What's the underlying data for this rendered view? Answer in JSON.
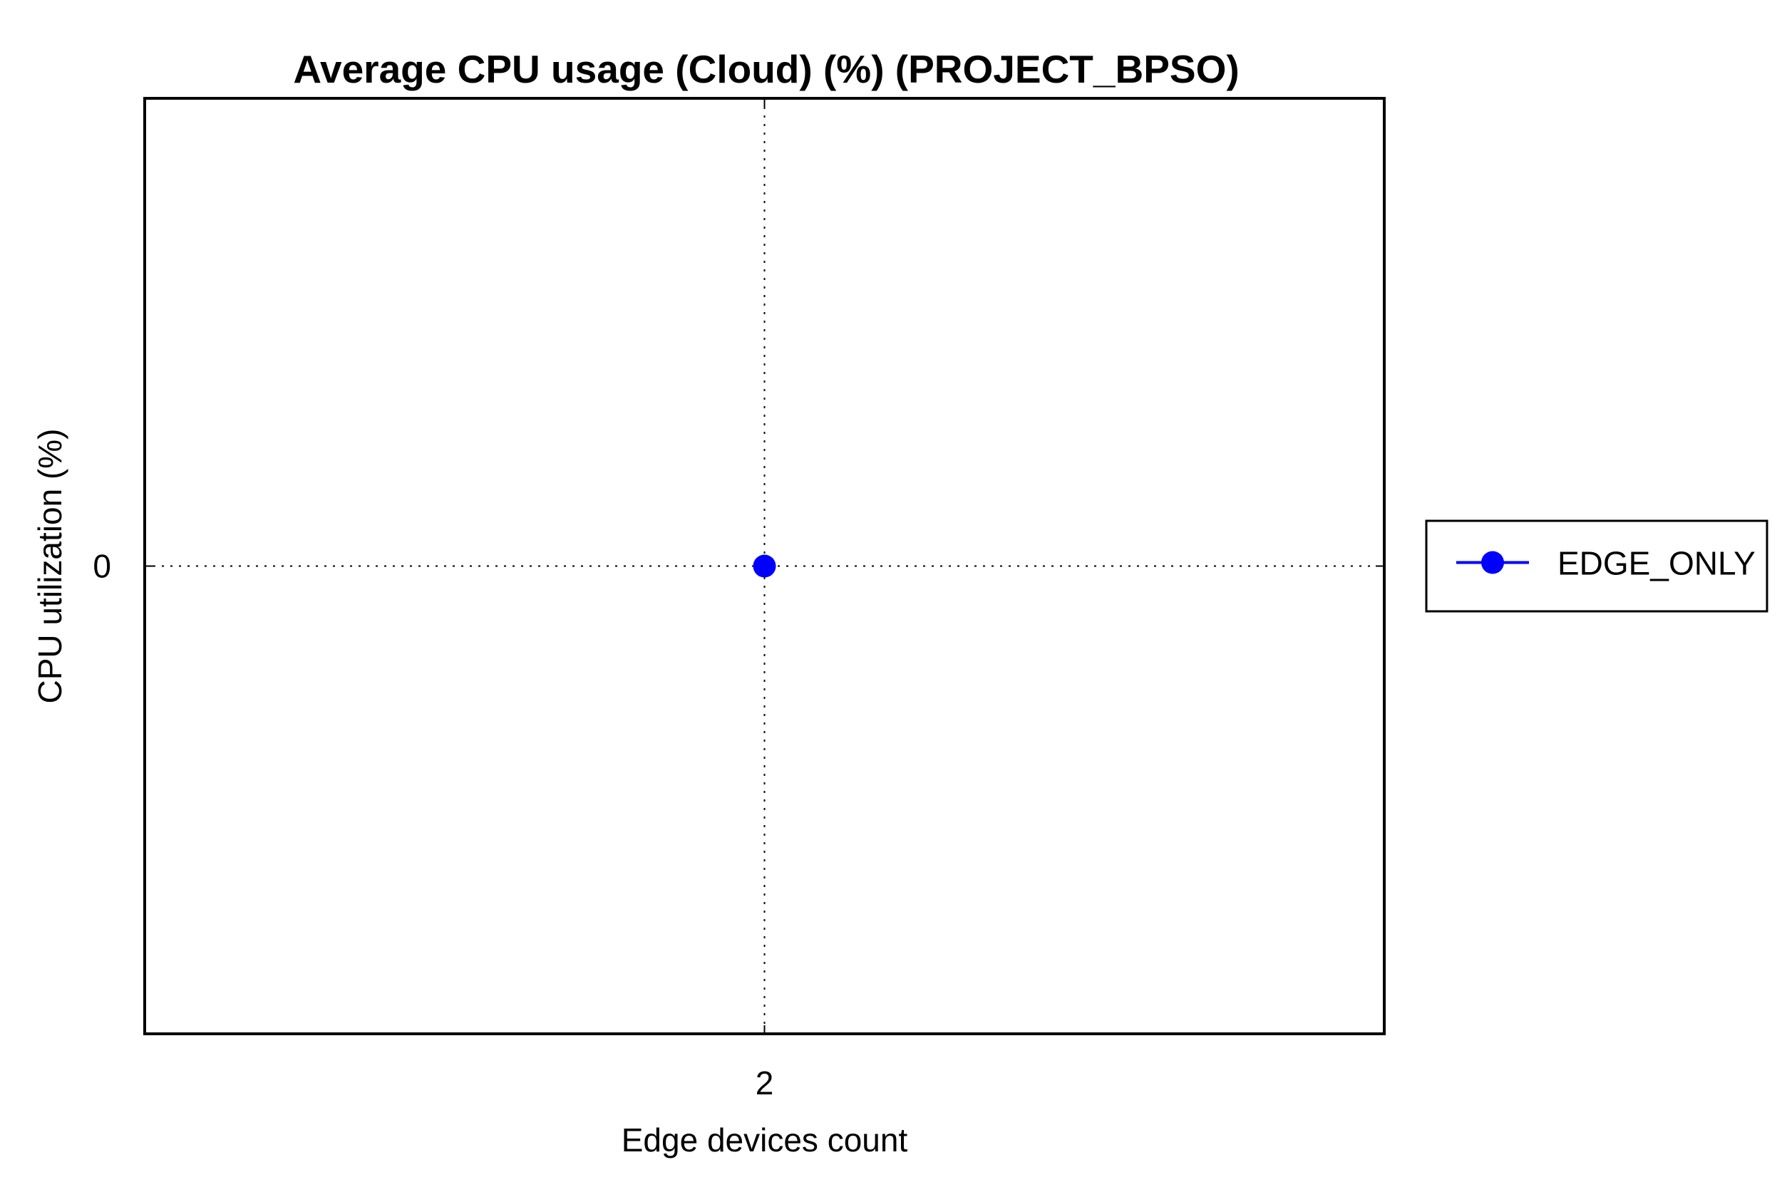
{
  "chart_data": {
    "type": "line",
    "title": "Average CPU usage (Cloud) (%) (PROJECT_BPSO)",
    "xlabel": "Edge devices count",
    "ylabel": "CPU utilization (%)",
    "x_ticks": [
      "2"
    ],
    "y_ticks": [
      "0"
    ],
    "x": [
      2
    ],
    "xlim": [
      1,
      3
    ],
    "ylim": [
      -1,
      1
    ],
    "grid": true,
    "legend_position": "right",
    "series": [
      {
        "name": "EDGE_ONLY",
        "x": [
          2
        ],
        "values": [
          0
        ],
        "color": "#0000ff",
        "marker": "circle"
      }
    ]
  }
}
